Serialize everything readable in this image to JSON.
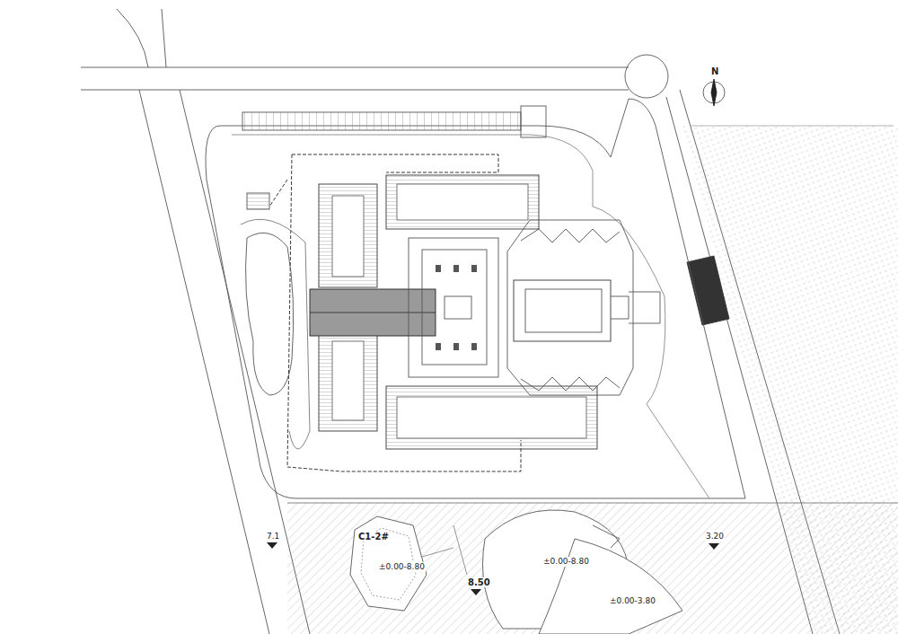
{
  "diagram": {
    "labels": [
      "N",
      "7.1",
      "C1-2#",
      "±0.00-8.80",
      "±0.00-8.80",
      "8.50",
      "±0.00-3.80",
      "3.20"
    ]
  }
}
